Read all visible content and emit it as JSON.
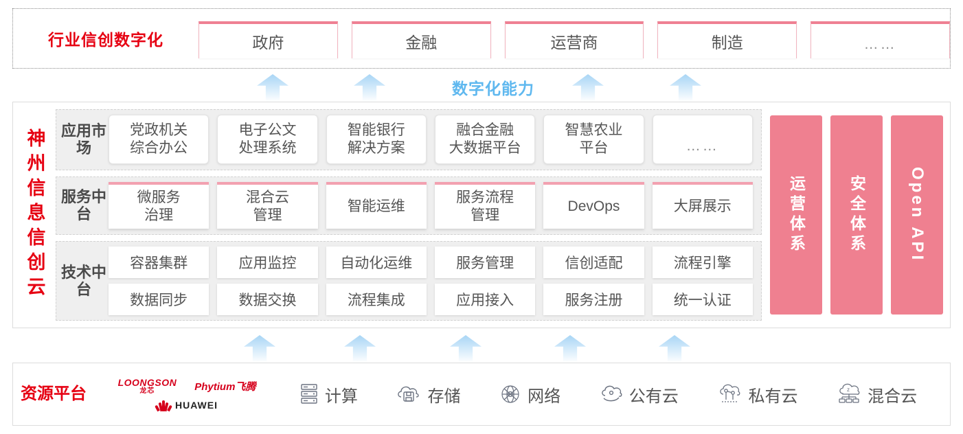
{
  "industry": {
    "title": "行业信创数字化",
    "cards": [
      {
        "label": "政府"
      },
      {
        "label": "金融"
      },
      {
        "label": "运营商"
      },
      {
        "label": "制造"
      },
      {
        "label": "……"
      }
    ]
  },
  "capability": {
    "label": "数字化能力",
    "arrow_count_top": 4,
    "arrow_count_bottom": 5
  },
  "cloud": {
    "title": "神州信息信创云",
    "layers": [
      {
        "label": "应用市场",
        "cards": [
          "党政机关\n综合办公",
          "电子公文\n处理系统",
          "智能银行\n解决方案",
          "融合金融\n大数据平台",
          "智慧农业\n平台",
          "……"
        ]
      },
      {
        "label": "服务中台",
        "cards": [
          "微服务\n治理",
          "混合云\n管理",
          "智能运维",
          "服务流程\n管理",
          "DevOps",
          "大屏展示"
        ]
      },
      {
        "label": "技术中台",
        "row1": [
          "容器集群",
          "应用监控",
          "自动化运维",
          "服务管理",
          "信创适配",
          "流程引擎"
        ],
        "row2": [
          "数据同步",
          "数据交换",
          "流程集成",
          "应用接入",
          "服务注册",
          "统一认证"
        ]
      }
    ],
    "pillars": [
      {
        "label": "运营体系"
      },
      {
        "label": "安全体系"
      },
      {
        "label": "Open API"
      }
    ]
  },
  "resource": {
    "title": "资源平台",
    "logos": [
      {
        "name": "loongson",
        "en": "LOONGSON",
        "cn": "龙芯"
      },
      {
        "name": "phytium",
        "text": "Phytium飞腾"
      },
      {
        "name": "huawei",
        "text": "HUAWEI"
      }
    ],
    "items": [
      {
        "icon": "server-icon",
        "label": "计算"
      },
      {
        "icon": "cloud-storage-icon",
        "label": "存储"
      },
      {
        "icon": "network-icon",
        "label": "网络"
      },
      {
        "icon": "public-cloud-icon",
        "label": "公有云"
      },
      {
        "icon": "private-cloud-icon",
        "label": "私有云"
      },
      {
        "icon": "hybrid-cloud-icon",
        "label": "混合云"
      }
    ]
  },
  "colors": {
    "brand_red": "#e60012",
    "pink": "#ef8090",
    "pink_light": "#f2a1b0",
    "arrow_blue": "#a8d5f5",
    "capability_text": "#5fb8ef",
    "band_gray": "#efefef"
  }
}
